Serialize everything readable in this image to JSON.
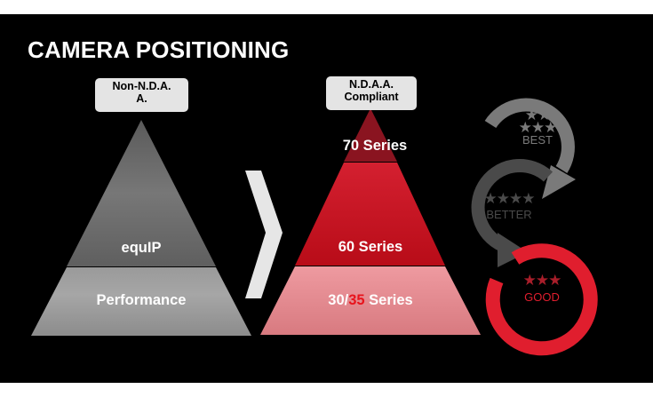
{
  "slide": {
    "title": "CAMERA POSITIONING",
    "left_pyramid": {
      "tag": [
        "Non-N.D.A.",
        "A."
      ],
      "tiers": [
        {
          "label": "equIP",
          "color": "#6a6a6a"
        },
        {
          "label": "Performance",
          "color": "#9c9c9c"
        }
      ]
    },
    "arrow": {
      "icon": "chevron-right-icon",
      "color": "#e6e6e6"
    },
    "right_pyramid": {
      "tag": [
        "N.D.A.A.",
        "Compliant"
      ],
      "tiers": [
        {
          "label": "70 Series",
          "color": "#8a1420"
        },
        {
          "label": "60 Series",
          "color": "#c8121e"
        },
        {
          "label_prefix": "30/",
          "label_highlight": "35",
          "label_suffix": " Series",
          "color": "#e58a90",
          "highlight_color": "#e8141c"
        }
      ]
    },
    "ratings": [
      {
        "label": "BEST",
        "stars_top": "★★",
        "stars_bottom": "★★★",
        "star_count": 5,
        "color": "#7a7a7a"
      },
      {
        "label": "BETTER",
        "stars_top": "★★★★",
        "star_count": 4,
        "color": "#4a4a4a"
      },
      {
        "label": "GOOD",
        "stars_top": "★★★",
        "star_count": 3,
        "color": "#e01e2e",
        "star_color": "#a81e2a"
      }
    ]
  }
}
